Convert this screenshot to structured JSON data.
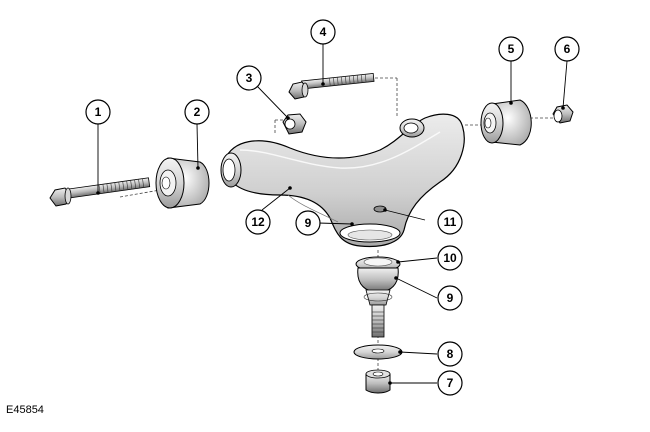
{
  "figure_id": "E45854",
  "callouts": {
    "c1": "1",
    "c2": "2",
    "c3": "3",
    "c4": "4",
    "c5": "5",
    "c6": "6",
    "c7": "7",
    "c8": "8",
    "c9a": "9",
    "c9b": "9",
    "c10": "10",
    "c11": "11",
    "c12": "12"
  }
}
